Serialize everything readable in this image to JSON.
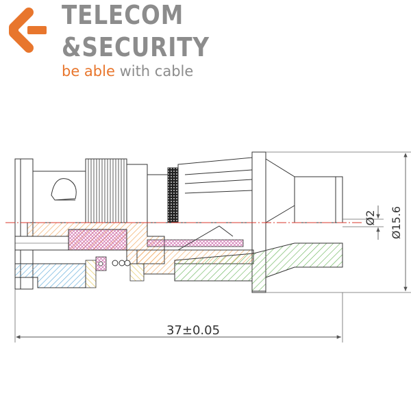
{
  "logo": {
    "line1": "TELECOM",
    "line2": "&SECURITY",
    "tagline_accent": "be able",
    "tagline_rest": " with cable",
    "accent_color": "#e8762d",
    "gray_color": "#8c8c8c",
    "icon": "telecom-security-logo-icon"
  },
  "dimensions": {
    "length": "37±0.05",
    "pin_diameter": "Ø2",
    "outer_diameter": "Ø15.6"
  },
  "colors": {
    "outline": "#333333",
    "center_line": "#d9342b",
    "hatch_orange": "#f0a050",
    "hatch_pink": "#d070b0",
    "hatch_green": "#60b050",
    "hatch_blue": "#5aa8d8",
    "hatch_yellow": "#e0c040",
    "dimension_line": "#666666"
  }
}
